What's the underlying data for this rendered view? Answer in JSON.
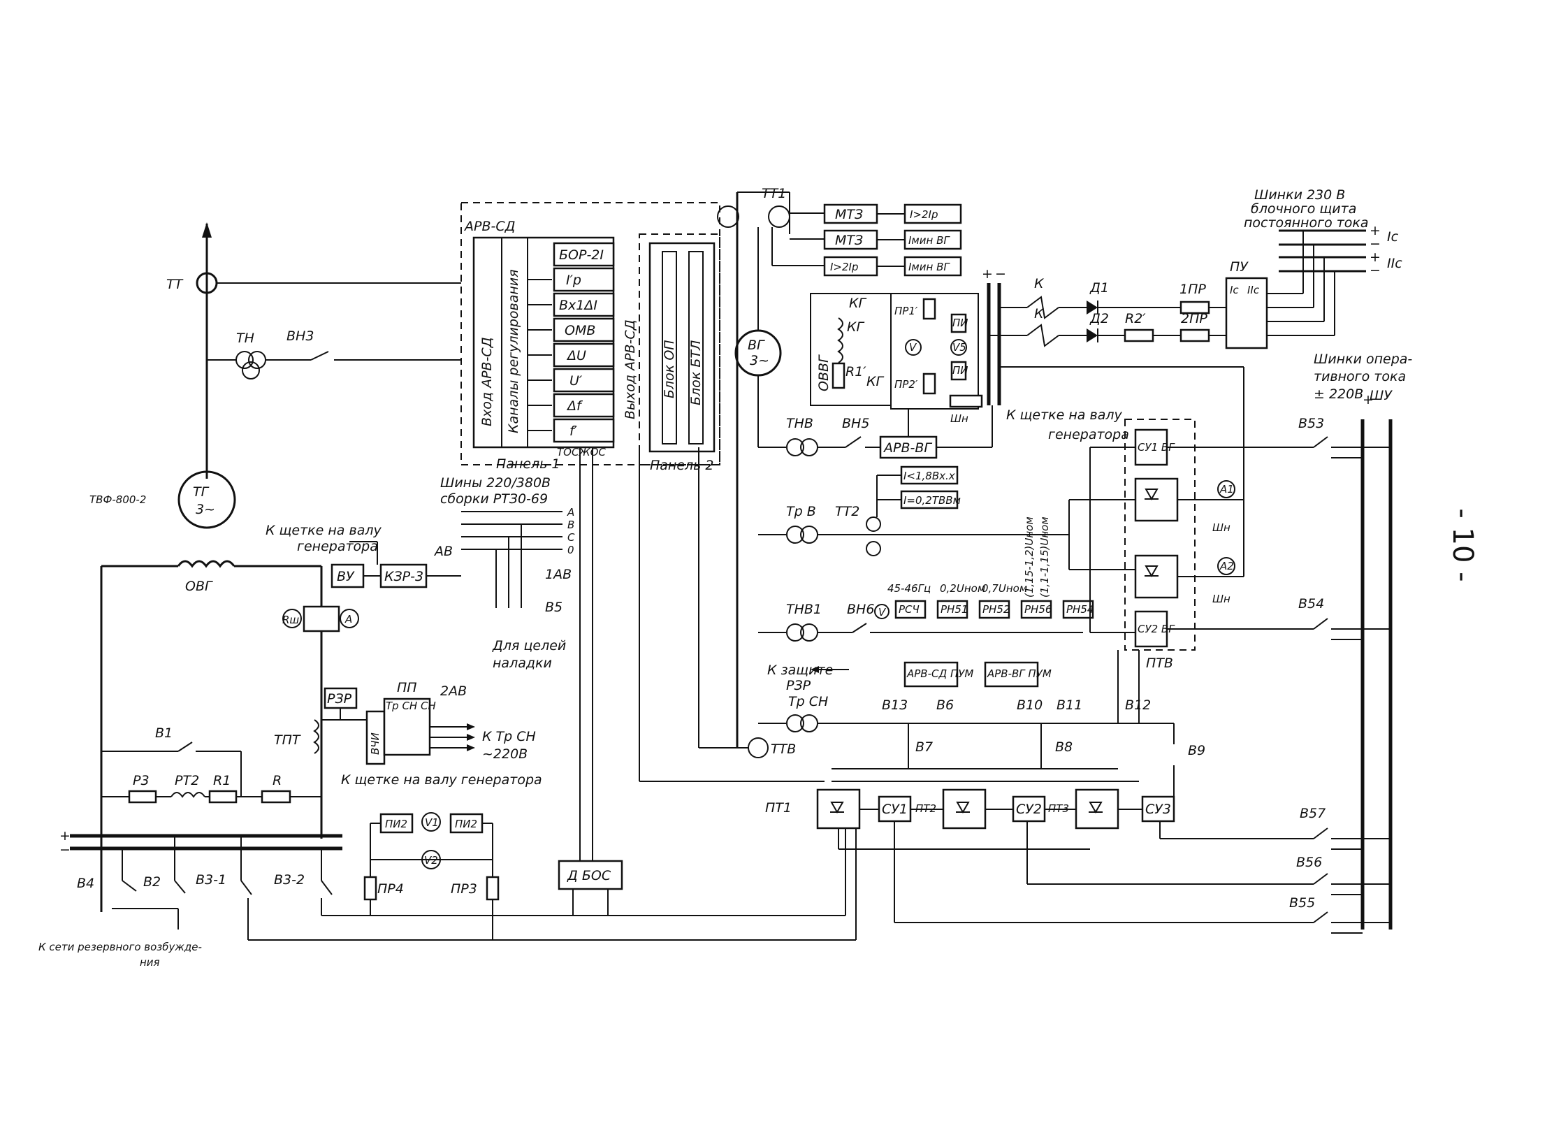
{
  "page_number": "- 10 -",
  "generator": {
    "model": "ТВФ-800-2",
    "symbol": "ТГ",
    "phase": "3~"
  },
  "aux_generator": {
    "symbol": "ВГ",
    "phase": "3~"
  },
  "top_left": {
    "tt": "ТТ",
    "tn": "ТН",
    "vn3": "ВН3"
  },
  "panel1": {
    "title": "АРВ-СД",
    "vertical_input": "Вход АРВ-СД",
    "vertical_channels": "Каналы регулирования",
    "vertical_output": "Выход АРВ-СД",
    "modules": [
      "БОР-2I",
      "I′р",
      "Вх1ΔI",
      "ОМВ",
      "ΔU",
      "U′",
      "Δf",
      "f′",
      "ТОСЖОС"
    ],
    "caption": "Панель 1"
  },
  "panel2": {
    "block_op": "Блок ОП",
    "block_btl": "Блок БТЛ",
    "caption": "Панель 2"
  },
  "buses_220": {
    "title1": "Шины 220/380В",
    "title2": "сборки РТЗ0-69",
    "phases": [
      "А",
      "В",
      "С",
      "0"
    ],
    "ab": "АВ",
    "ab1": "1АВ",
    "b5": "В5",
    "note1": "Для целей",
    "note2": "наладки"
  },
  "exciter_left": {
    "ovg": "ОВГ",
    "vu": "ВУ",
    "kzr": "КЗР-3",
    "brush_note1": "К щетке на валу",
    "brush_note2": "генератора",
    "r_sh": "Rш",
    "ammeter": "А"
  },
  "left_lower": {
    "rzr": "РЗР",
    "vchi": "ВЧИ",
    "tpt": "ТПТ",
    "pp": "ПП",
    "pp_contacts": "Тр СН СН",
    "ab2": "2АВ",
    "to_trsn1": "К Тр СН",
    "to_trsn2": "~220В",
    "brush_note": "К щетке на валу генератора",
    "b1": "В1",
    "r3": "Р3",
    "pt2": "РТ2",
    "r1": "R1",
    "r": "R",
    "pi2a": "ПИ2",
    "v1": "V1",
    "pi2b": "ПИ2",
    "v2": "V2",
    "pr4": "ПР4",
    "pr3": "ПР3",
    "dbos": "Д БОС",
    "v4": "В4",
    "v2sw": "В2",
    "v3_1": "В3-1",
    "v3_2": "В3-2",
    "plus": "+",
    "minus": "−",
    "reserve_note1": "К сети резервного возбужде-",
    "reserve_note2": "ния"
  },
  "protection": {
    "tt1": "ТТ1",
    "mtz1": "МТЗ",
    "mtz2": "МТЗ",
    "set1": "I>2Iр",
    "set2": "Iмин ВГ",
    "set3": "I>2Iр",
    "set4": "Iмин ВГ"
  },
  "ovvg": {
    "ovvg": "ОВВГ",
    "kg1": "КГ",
    "kg2": "КГ",
    "kg3": "КГ",
    "r1p": "R1′",
    "pr1p": "ПР1′",
    "pr2p": "ПР2′",
    "pi": "ПИ",
    "pi2": "ПИ",
    "vm1": "V",
    "vm5": "V5",
    "shunt": "Шн",
    "plus": "+",
    "minus": "−",
    "brush_note1": "К щетке на валу",
    "brush_note2": "генератора"
  },
  "dc_supply": {
    "k1": "К",
    "k2": "К",
    "d1": "Д1",
    "d2": "Д2",
    "pr1": "1ПР",
    "r2p": "R2′",
    "pr2": "2ПР",
    "pu": "ПУ",
    "pu_ic": "Iс",
    "pu_iic": "IIс",
    "title1": "Шинки 230 В",
    "title2": "блочного щита",
    "title3": "постоянного тока",
    "ic": "Iс",
    "iic": "IIс",
    "plus": "+",
    "minus": "−"
  },
  "op_buses": {
    "title1": "Шинки опера-",
    "title2": "тивного тока",
    "title3": "± 220В",
    "name": "ШУ",
    "plus": "+"
  },
  "right_mid": {
    "tnv": "ТНВ",
    "vn5": "ВН5",
    "arv_vg": "АРВ-ВГ",
    "trv": "Тр В",
    "tt2": "ТТ2",
    "set_a": "I<1,8Вх.х",
    "set_b": "I=0,2ТВВм",
    "tnv1": "ТНВ1",
    "vn6": "ВН6",
    "vm": "V",
    "f_label": "45-46Гц",
    "u1_label": "0,2Uном",
    "u2_label": "0,7Uном",
    "u3_label": "(1,15-1,2)Uном",
    "u4_label": "(1,1-1,15)Uном",
    "relays": [
      "РСЧ",
      "РН51",
      "РН52",
      "РН56",
      "РН54"
    ],
    "su1vg": "СУ1 ВГ",
    "su2vg": "СУ2 ВГ",
    "ptv": "ПТВ",
    "a1": "А1",
    "a2": "А2",
    "sh1": "Шн",
    "sh2": "Шн",
    "b53": "В53",
    "b54": "В54"
  },
  "bottom_right": {
    "to_protection1": "К защите",
    "to_protection2": "РЗР",
    "trsn": "Тр СН",
    "arv_sd_pum": "АРВ-СД ПУМ",
    "arv_vg_pum": "АРВ-ВГ ПУМ",
    "b13": "В13",
    "b6": "В6",
    "b10": "В10",
    "b11": "В11",
    "b12": "В12",
    "b7": "В7",
    "b8": "В8",
    "b9": "В9",
    "ttv": "ТТВ",
    "pt1": "ПТ1",
    "su1": "СУ1",
    "pt2": "ПТ2",
    "su2": "СУ2",
    "pt3": "ПТ3",
    "su3": "СУ3",
    "b57": "В57",
    "b56": "В56",
    "b55": "В55"
  }
}
